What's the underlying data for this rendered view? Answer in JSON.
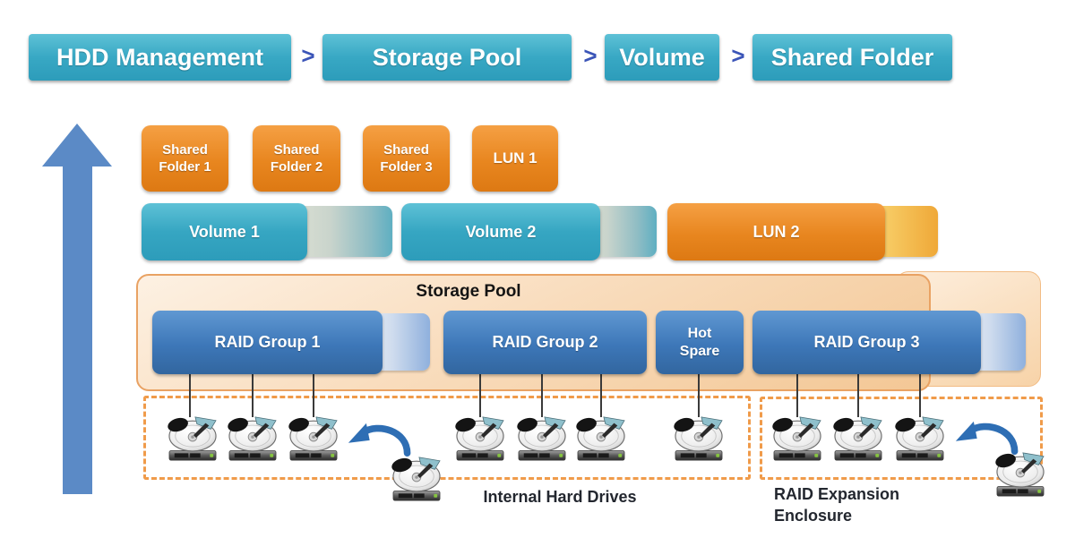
{
  "breadcrumb": {
    "separator": ">",
    "items": [
      "HDD Management",
      "Storage Pool",
      "Volume",
      "Shared Folder"
    ]
  },
  "shared_row": {
    "folder1": "Shared Folder 1",
    "folder2": "Shared Folder 2",
    "folder3": "Shared Folder 3",
    "lun1": "LUN 1"
  },
  "volume_row": {
    "volume1": "Volume 1",
    "volume2": "Volume 2",
    "lun2": "LUN 2"
  },
  "storage_pool": {
    "title": "Storage Pool",
    "raid_group1": "RAID Group 1",
    "raid_group2": "RAID Group 2",
    "hot_spare": "Hot Spare",
    "raid_group3": "RAID Group 3"
  },
  "labels": {
    "internal": "Internal Hard Drives",
    "expansion": "RAID Expansion Enclosure"
  },
  "colors": {
    "teal": "#35a8c3",
    "orange": "#e8861f",
    "raid_blue": "#3d77b8",
    "pool_fill": "#f8dcba",
    "pool_border": "#e9a263",
    "dashed_border": "#f09b4a",
    "hierarchy_arrow_blue": "#5b8ac6",
    "insert_arrow_blue": "#2e6eb4",
    "breadcrumb_separator_blue": "#3b55b8"
  }
}
